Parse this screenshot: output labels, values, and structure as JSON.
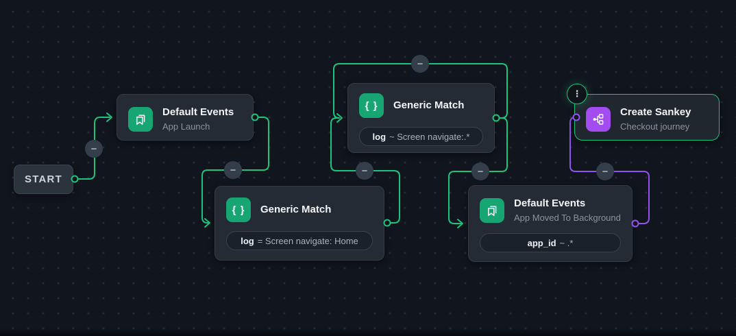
{
  "canvas": {
    "background": "#11151d",
    "dot_color": "#272e37"
  },
  "colors": {
    "edge_green": "#1dc47c",
    "edge_purple": "#9253f0",
    "icon_green_bg": "#17a673",
    "icon_purple_bg": "#a34df0",
    "node_bg": "#242b34",
    "selected_border": "#1dc47c"
  },
  "icons": {
    "minus_glyph": "−",
    "kebab_glyph": "⋮",
    "braces_glyph": "{ }",
    "default_events_icon": "bookmarks",
    "create_sankey_icon": "sankey-flow"
  },
  "nodes": {
    "start": {
      "label": "START"
    },
    "default_events_launch": {
      "title": "Default Events",
      "subtitle": "App Launch"
    },
    "generic_match_home": {
      "title": "Generic Match",
      "filter_field": "log",
      "filter_expr": "= Screen navigate: Home"
    },
    "generic_match_screen": {
      "title": "Generic Match",
      "filter_field": "log",
      "filter_expr": "~ Screen navigate:.*"
    },
    "default_events_background": {
      "title": "Default Events",
      "subtitle": "App Moved To Background",
      "filter_field": "app_id",
      "filter_expr": "~ .*"
    },
    "create_sankey": {
      "title": "Create Sankey",
      "subtitle": "Checkout journey"
    }
  }
}
